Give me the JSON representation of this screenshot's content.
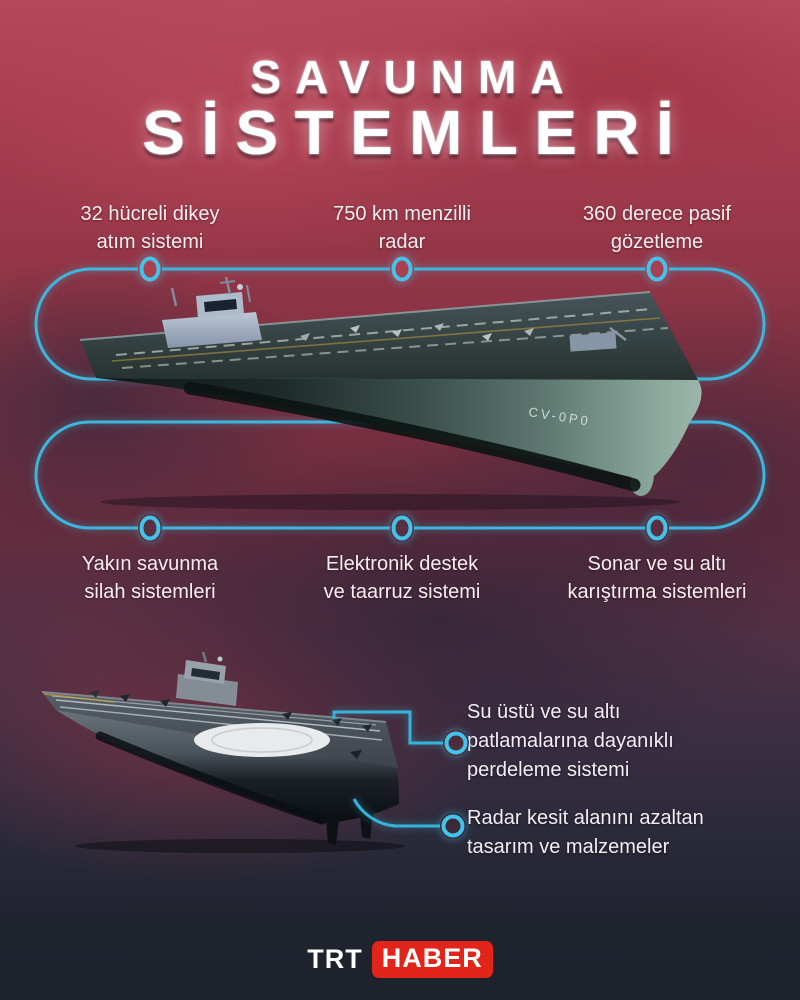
{
  "title": {
    "line1": "SAVUNMA",
    "line2": "SİSTEMLERİ"
  },
  "ship1": {
    "hull_code": "CV-0P0",
    "top_labels": [
      {
        "lines": [
          "32 hücreli dikey",
          "atım sistemi"
        ]
      },
      {
        "lines": [
          "750 km menzilli",
          "radar"
        ]
      },
      {
        "lines": [
          "360 derece pasif",
          "gözetleme"
        ]
      }
    ],
    "bottom_labels": [
      {
        "lines": [
          "Yakın savunma",
          "silah sistemleri"
        ]
      },
      {
        "lines": [
          "Elektronik destek",
          "ve taarruz sistemi"
        ]
      },
      {
        "lines": [
          "Sonar ve su altı",
          "karıştırma sistemleri"
        ]
      }
    ]
  },
  "ship2": {
    "side_labels": [
      {
        "lines": [
          "Su üstü ve su altı",
          "patlamalarına dayanıklı",
          "perdeleme sistemi"
        ]
      },
      {
        "lines": [
          "Radar kesit alanını azaltan",
          "tasarım ve malzemeler"
        ]
      }
    ]
  },
  "footer": {
    "brand": "TRT",
    "brand_sub": "HABER"
  },
  "colors": {
    "accent_cyan": "#3cb6dc",
    "brand_red": "#e1251b",
    "bg_top": "#b5495b",
    "bg_bottom": "#1c212c"
  }
}
